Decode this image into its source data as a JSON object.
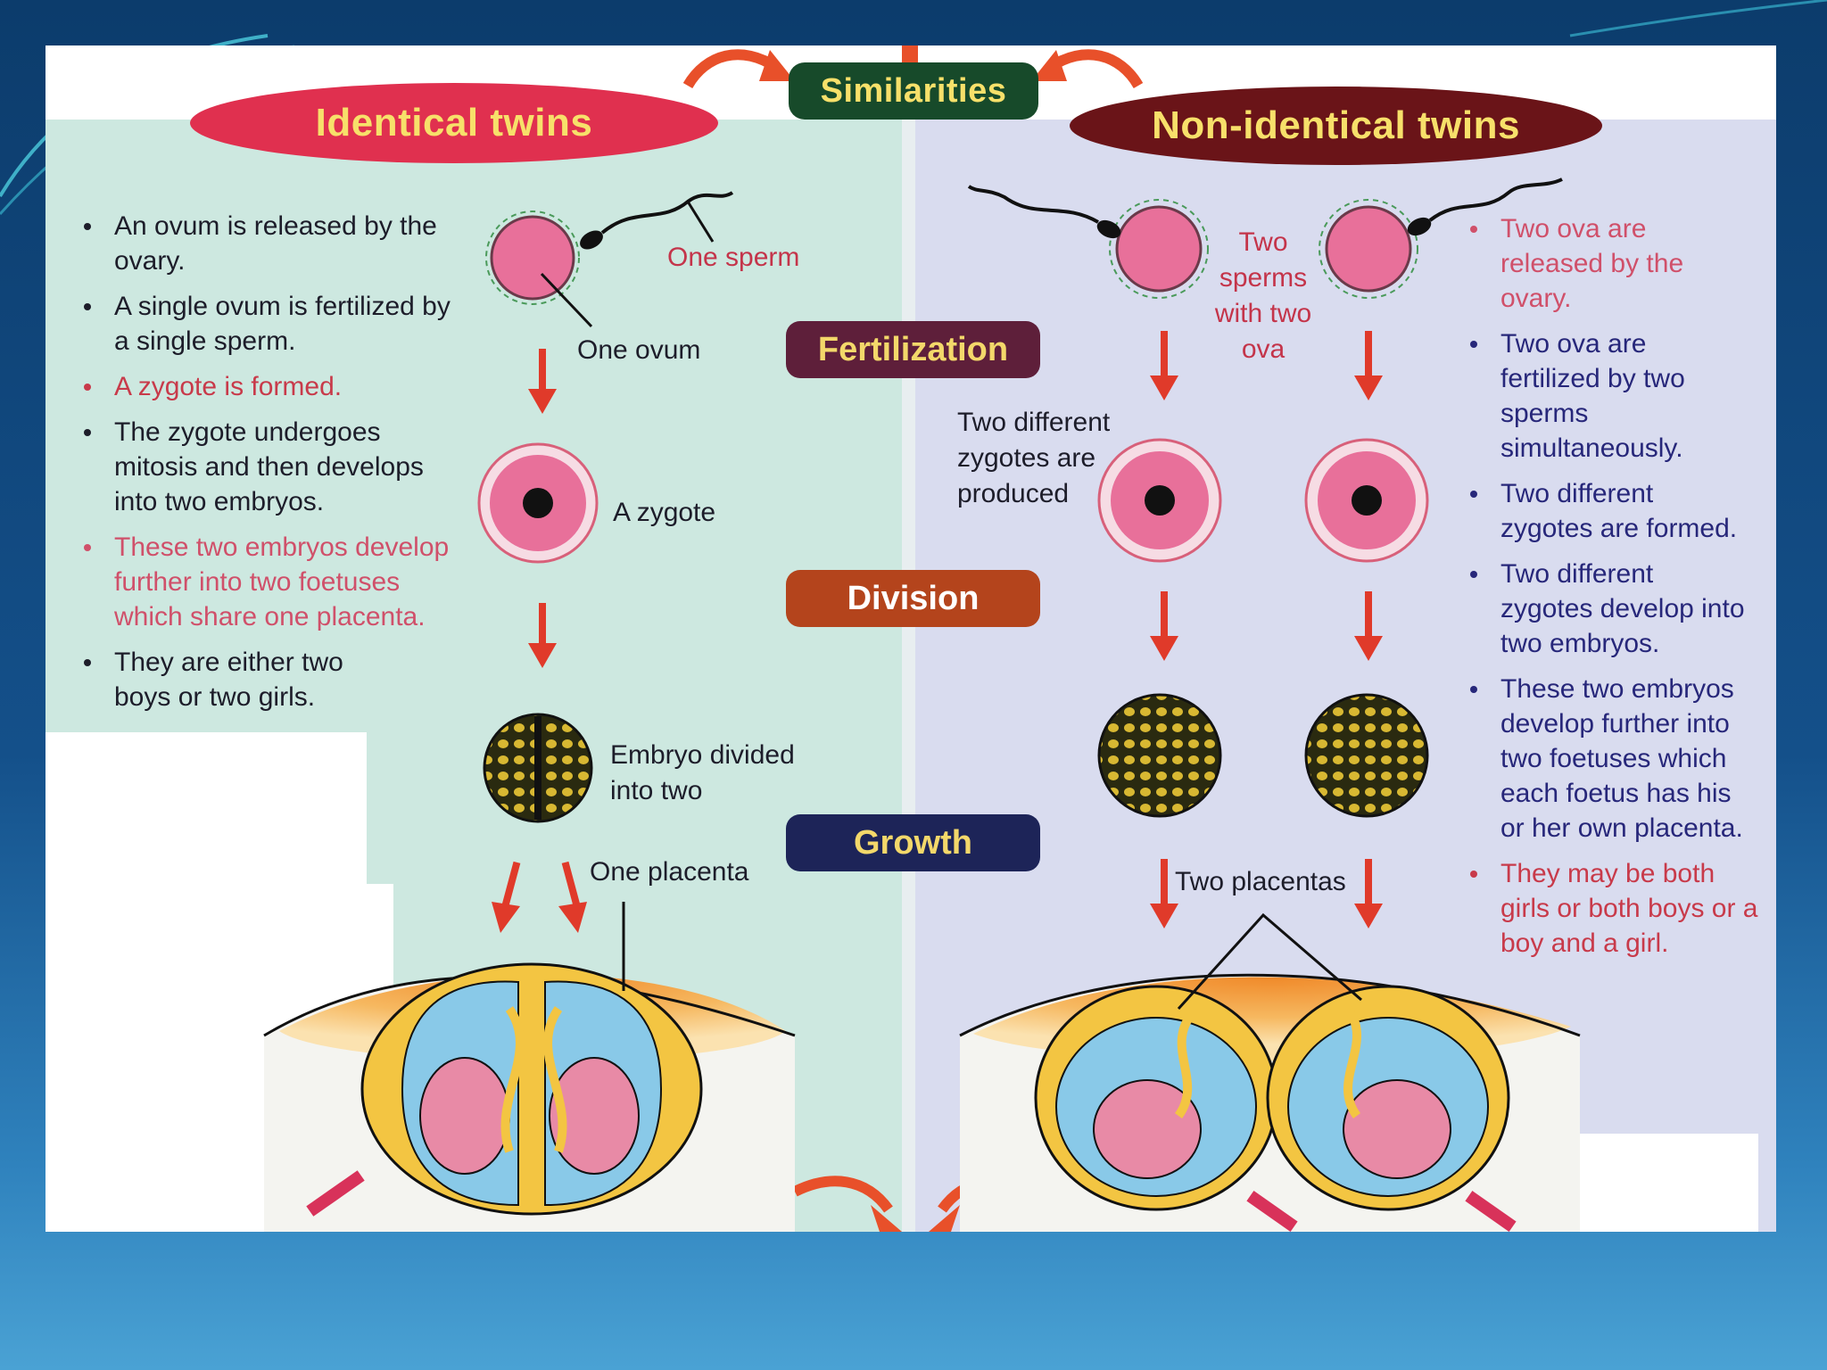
{
  "header": {
    "left_title": "Identical twins",
    "center_title": "Similarities",
    "right_title": "Non-identical twins"
  },
  "stages": {
    "fertilization": "Fertilization",
    "division": "Division",
    "growth": "Growth"
  },
  "left": {
    "bullets": [
      "An ovum is released by the ovary.",
      "A single ovum is fertilized by a single sperm.",
      "A zygote is formed.",
      "The zygote undergoes mitosis and then develops into two embryos.",
      "These two embryos develop further into two foetuses which share one placenta.",
      "They are either two boys or two girls."
    ],
    "labels": {
      "one_sperm": "One sperm",
      "one_ovum": "One ovum",
      "a_zygote": "A zygote",
      "embryo_divided": "Embryo divided into two",
      "one_placenta": "One placenta"
    }
  },
  "right": {
    "bullets": [
      "Two ova are released by the ovary.",
      "Two ova are fertilized by two sperms simultaneously.",
      "Two different zygotes are formed.",
      "Two different zygotes develop into two embryos.",
      "These two embryos develop further into two foetuses which each foetus has his or her own placenta.",
      "They may be both girls or both boys or a boy and a girl."
    ],
    "labels": {
      "two_sperms": "Two sperms with two ova",
      "two_zygotes": "Two different zygotes are produced",
      "two_placentas": "Two placentas"
    }
  },
  "colors": {
    "left_title_bg": "#e0304f",
    "similarities_bg": "#174a2a",
    "right_title_bg": "#6a1418",
    "fertilization_bg": "#5e1f3a",
    "division_bg": "#b4441c",
    "growth_bg": "#1d2458",
    "arrow": "#e03a2a"
  }
}
